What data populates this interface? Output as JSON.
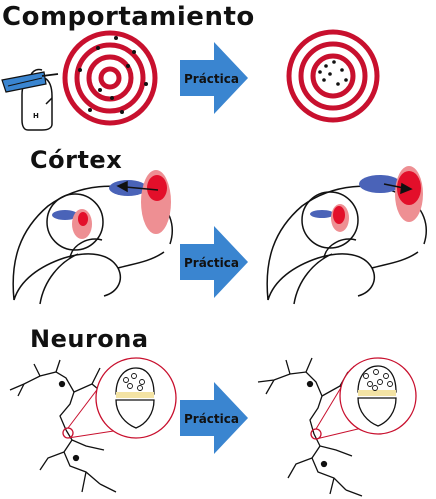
{
  "sections": [
    {
      "title": "Comportamiento",
      "arrow_label": "Práctica"
    },
    {
      "title": "Córtex",
      "arrow_label": "Práctica"
    },
    {
      "title": "Neurona",
      "arrow_label": "Práctica"
    }
  ],
  "hand_card_letter": "H",
  "colors": {
    "target_red": "#c8102e",
    "arrow_blue": "#3a85d0",
    "cortex_blue": "#4a63b8",
    "cortex_red": "#e30f2a",
    "cortex_pink": "#ee8f93",
    "synapse_yellow": "#f3e3a4"
  }
}
